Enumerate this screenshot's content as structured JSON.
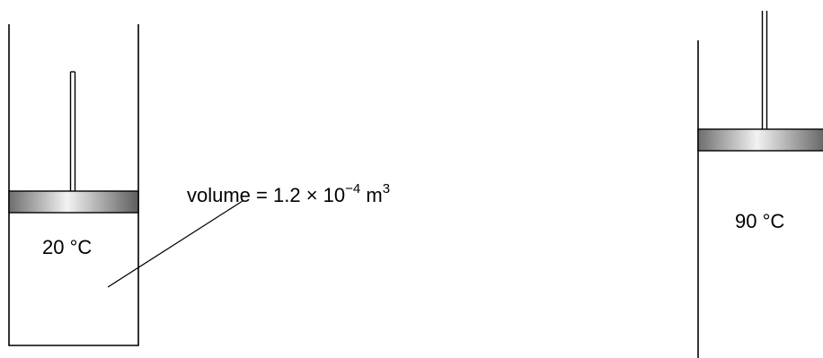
{
  "diagram": {
    "cylinder_1": {
      "temperature_label": "20 °C"
    },
    "cylinder_2": {
      "temperature_label": "90 °C"
    },
    "volume_annotation": {
      "prefix": "volume = 1.2 × 10",
      "exponent": "−4",
      "unit": " m",
      "unit_exponent": "3"
    },
    "colors": {
      "stroke": "#000000",
      "piston_dark": "#6e6e6e",
      "piston_light": "#f2f2f2"
    }
  }
}
